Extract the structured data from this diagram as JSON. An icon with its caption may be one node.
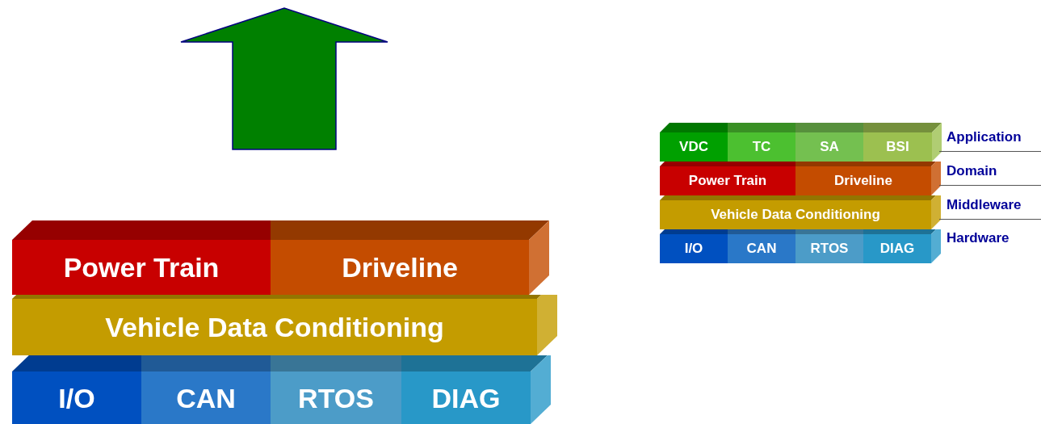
{
  "diagram": {
    "nodes": [
      {
        "text": [
          "Power Train"
        ]
      },
      {
        "text": [
          "Driveline"
        ]
      },
      {
        "text": [
          "Vehicle Data Conditioning"
        ]
      },
      {
        "text": [
          "I/O"
        ]
      },
      {
        "text": [
          "CAN"
        ]
      },
      {
        "text": [
          "RTOS"
        ]
      },
      {
        "text": [
          "DIAG"
        ]
      },
      {
        "text": [
          "VDC"
        ]
      },
      {
        "text": [
          "TC"
        ]
      },
      {
        "text": [
          "SA"
        ]
      },
      {
        "text": [
          "BSI"
        ]
      },
      {
        "text": [
          "Power Train"
        ]
      },
      {
        "text": [
          "Driveline"
        ]
      },
      {
        "text": [
          "Vehicle Data Conditioning"
        ]
      },
      {
        "text": [
          "I/O"
        ]
      },
      {
        "text": [
          "CAN"
        ]
      },
      {
        "text": [
          "RTOS"
        ]
      },
      {
        "text": [
          "DIAG"
        ]
      }
    ],
    "labels": [
      "Application",
      "Domain",
      "Middleware",
      "Hardware"
    ]
  }
}
